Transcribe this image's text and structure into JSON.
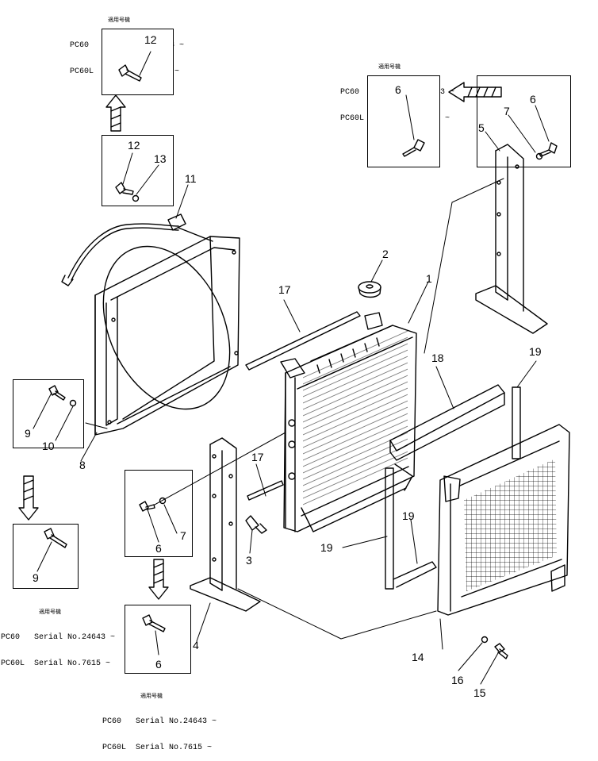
{
  "applicability": {
    "header": "適用号機",
    "models": [
      {
        "model": "PC60",
        "serial": "Serial No.24643 ~"
      },
      {
        "model": "PC60L",
        "serial": "Serial No.7615 ~"
      }
    ]
  },
  "callouts": {
    "c1": "1",
    "c2": "2",
    "c3": "3",
    "c4": "4",
    "c5": "5",
    "c6a": "6",
    "c6b": "6",
    "c6c": "6",
    "c6d": "6",
    "c7a": "7",
    "c7b": "7",
    "c8": "8",
    "c9a": "9",
    "c9b": "9",
    "c10": "10",
    "c11": "11",
    "c12a": "12",
    "c12b": "12",
    "c13": "13",
    "c14": "14",
    "c15": "15",
    "c16": "16",
    "c17a": "17",
    "c17b": "17",
    "c18": "18",
    "c19a": "19",
    "c19b": "19",
    "c19c": "19"
  }
}
